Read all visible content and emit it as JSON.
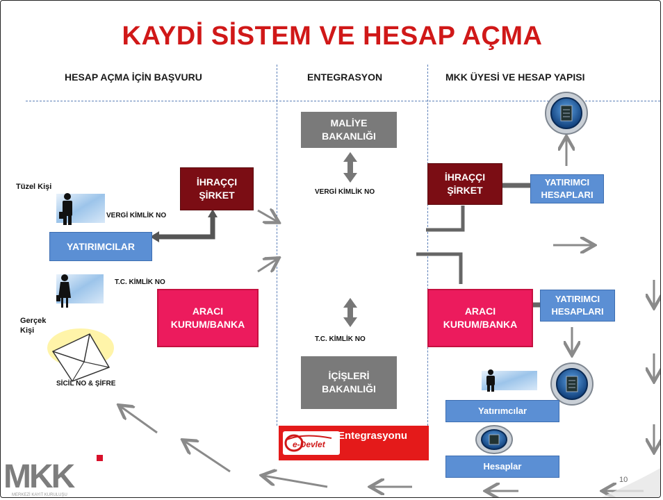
{
  "title": "KAYDİ SİSTEM VE HESAP AÇMA",
  "columns": {
    "left": "HESAP AÇMA İÇİN BAŞVURU",
    "middle": "ENTEGRASYON",
    "right": "MKK ÜYESİ VE HESAP YAPISI"
  },
  "left": {
    "tuzel_kisi": "Tüzel Kişi",
    "vergi_kimlik_no": "VERGİ KİMLİK NO",
    "yatirimcilar": "YATIRIMCILAR",
    "ihracci_sirket": "İHRAÇÇI\nŞİRKET",
    "tc_kimlik_no": "T.C. KİMLİK NO",
    "gercek_kisi": "Gerçek\nKişi",
    "aracı_kurum": "ARACI\nKURUM/BANKA",
    "sicil_sifre": "SİCİL NO & ŞİFRE"
  },
  "middle": {
    "maliye": "MALİYE\nBAKANLIĞI",
    "vergi_kimlik_no": "VERGİ KİMLİK NO",
    "tc_kimlik_no": "T.C. KİMLİK NO",
    "icisleri": "İÇİŞLERİ\nBAKANLIĞI",
    "edevlet_logo": "e-Devlet",
    "entegrasyonu": "Entegrasyonu"
  },
  "right": {
    "ihracci_sirket": "İHRAÇÇI\nŞİRKET",
    "yatirimci_hesaplari_1": "YATIRIMCI\nHESAPLARI",
    "araci_kurum": "ARACI\nKURUM/BANKA",
    "yatirimci_hesaplari_2": "YATIRIMCI\nHESAPLARI",
    "yatirimcilar": "Yatırımcılar",
    "hesaplar": "Hesaplar"
  },
  "footer": {
    "logo": "MKK",
    "logo_sub": "MERKEZİ KAYIT KURULUŞU",
    "page_number": "10"
  },
  "colors": {
    "title": "#d01818",
    "dark_red": "#7b0d14",
    "blue": "#5b8fd4",
    "magenta": "#ec1b5d",
    "gray": "#7a7a7a",
    "edevlet_red": "#e41a1a"
  }
}
